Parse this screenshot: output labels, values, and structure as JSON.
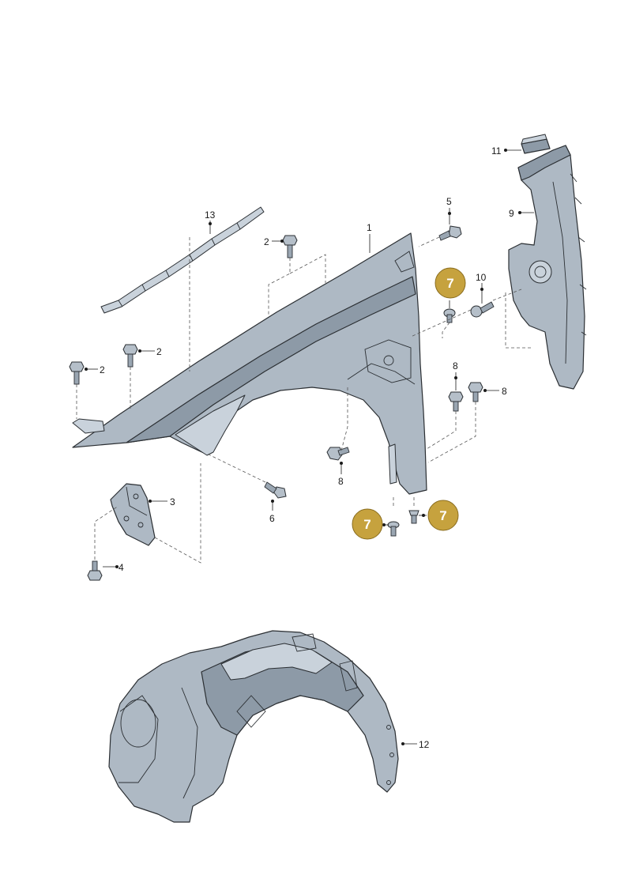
{
  "callouts": [
    {
      "id": "c1",
      "text": "1"
    },
    {
      "id": "c2a",
      "text": "2"
    },
    {
      "id": "c2b",
      "text": "2"
    },
    {
      "id": "c2c",
      "text": "2"
    },
    {
      "id": "c3",
      "text": "3"
    },
    {
      "id": "c4",
      "text": "4"
    },
    {
      "id": "c5",
      "text": "5"
    },
    {
      "id": "c6",
      "text": "6"
    },
    {
      "id": "c8a",
      "text": "8"
    },
    {
      "id": "c8b",
      "text": "8"
    },
    {
      "id": "c8c",
      "text": "8"
    },
    {
      "id": "c9",
      "text": "9"
    },
    {
      "id": "c10",
      "text": "10"
    },
    {
      "id": "c11",
      "text": "11"
    },
    {
      "id": "c12",
      "text": "12"
    },
    {
      "id": "c13",
      "text": "13"
    }
  ],
  "highlights": [
    {
      "id": "h7a",
      "text": "7"
    },
    {
      "id": "h7b",
      "text": "7"
    },
    {
      "id": "h7c",
      "text": "7"
    }
  ],
  "colors": {
    "highlight_badge": "#c6a23e",
    "part_fill": "#aeb9c4",
    "line": "#1a1a1a"
  }
}
